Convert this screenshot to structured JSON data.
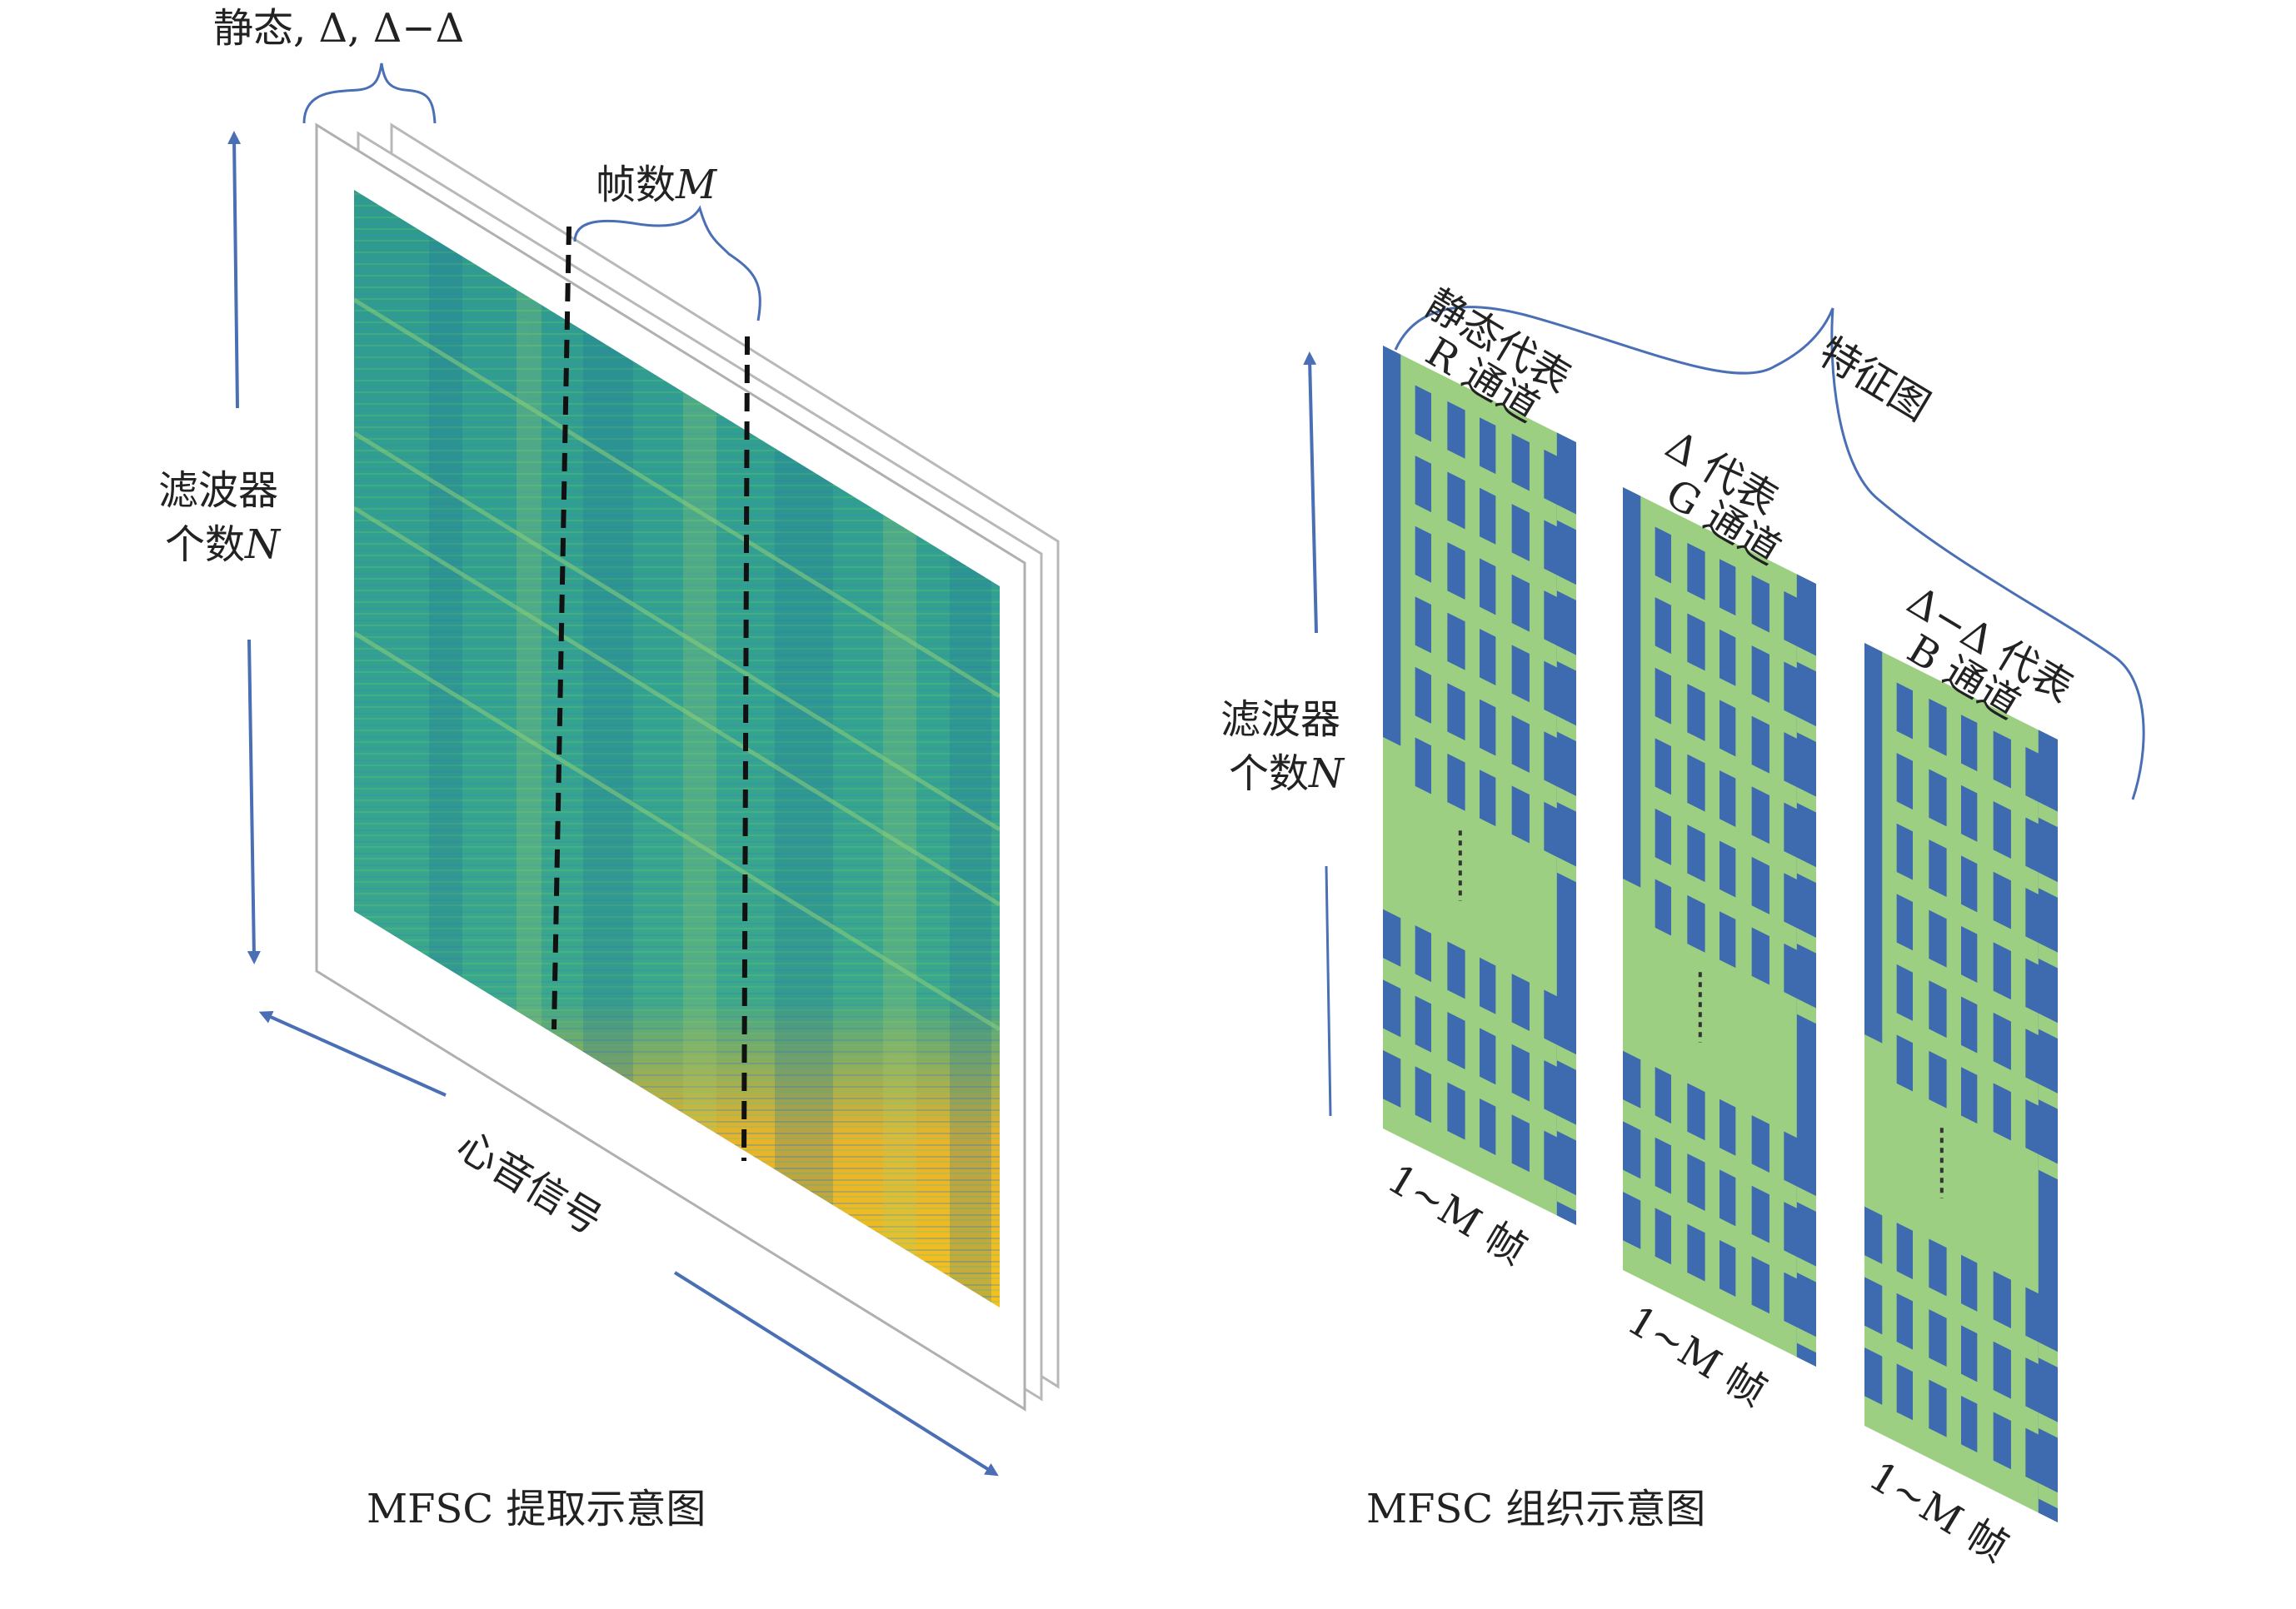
{
  "left": {
    "bracket_label": "静态, Δ, Δ−Δ",
    "frames_label_text": "帧数",
    "frames_label_var": "M",
    "filters_label_line1": "滤波器",
    "filters_label_line2_text": "个数",
    "filters_label_line2_var": "N",
    "signal_label": "心音信号",
    "caption": "MFSC 提取示意图"
  },
  "right": {
    "feature_label": "特征图",
    "filters_label_line1": "滤波器",
    "filters_label_line2_text": "个数",
    "filters_label_line2_var": "N",
    "caption": "MFSC 组织示意图",
    "channels": [
      {
        "line1": "静态代表",
        "line2": "R 通道",
        "frames_label": "1~M 帧"
      },
      {
        "line1": "Δ 代表",
        "line2": "G 通道",
        "frames_label": "1~M 帧"
      },
      {
        "line1": "Δ−Δ 代表",
        "line2": "B 通道",
        "frames_label": "1~M 帧"
      }
    ]
  },
  "colors": {
    "arrow_blue": "#4a6fb5",
    "grid_blue": "#3e6ab0",
    "grid_green": "#9ccf82",
    "spectrogram_teal": "#2f9f93",
    "spectrogram_yellow": "#f3b51b"
  }
}
